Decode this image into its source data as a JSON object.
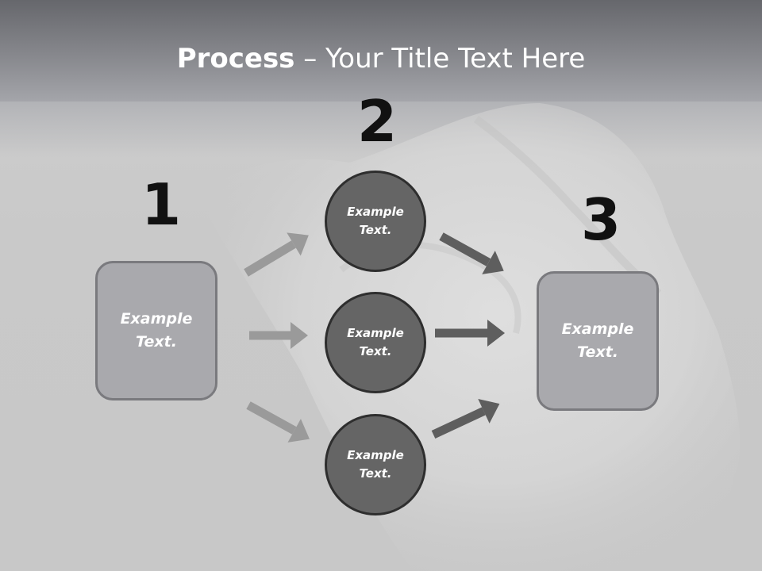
{
  "title": {
    "bold": "Process",
    "rest": " – Your Title Text Here"
  },
  "steps": [
    {
      "number": "1",
      "label": "Example\nText."
    },
    {
      "number": "2",
      "label": "Example\nText."
    },
    {
      "number": "3",
      "label": "Example\nText."
    }
  ],
  "circles": [
    {
      "label": "Example\nText."
    },
    {
      "label": "Example\nText."
    },
    {
      "label": "Example\nText."
    }
  ],
  "colors": {
    "arrow_light": "#9a9a9a",
    "arrow_dark": "#5e5e5e",
    "circle_fill": "#656565",
    "box_fill": "#a9a9ad"
  }
}
